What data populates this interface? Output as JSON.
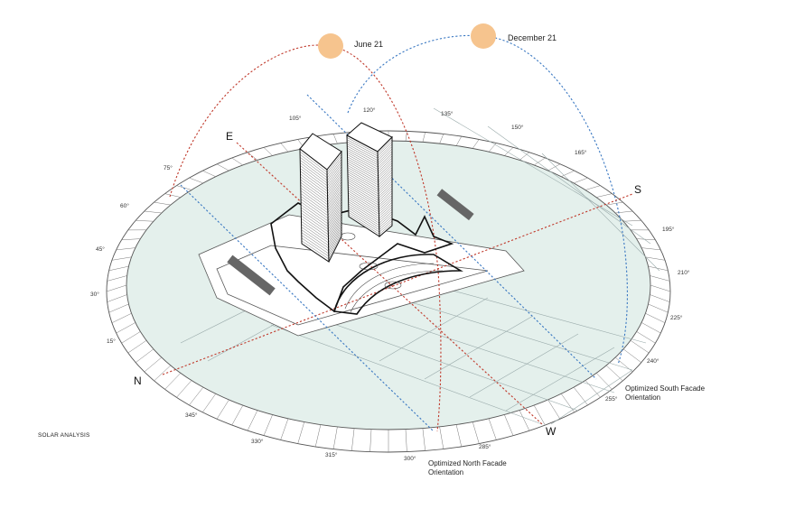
{
  "title": "SOLAR ANALYSIS",
  "suns": [
    {
      "label": "June 21",
      "color": "#f6c48e"
    },
    {
      "label": "December 21",
      "color": "#f6c48e"
    }
  ],
  "sun_path_colors": {
    "june": "#c0392b",
    "december": "#3a78c2"
  },
  "cardinals": {
    "north": "N",
    "east": "E",
    "south": "S",
    "west": "W"
  },
  "degree_labels": [
    "15°",
    "30°",
    "45°",
    "60°",
    "75°",
    "105°",
    "120°",
    "135°",
    "150°",
    "165°",
    "195°",
    "210°",
    "225°",
    "240°",
    "255°",
    "285°",
    "300°",
    "315°",
    "330°",
    "345°"
  ],
  "annotations": {
    "south_facade": [
      "Optimized South Facade",
      "Orientation"
    ],
    "north_facade": [
      "Optimized North Facade",
      "Orientation"
    ]
  },
  "colors": {
    "ground": "#e4f0ec",
    "line": "#555555"
  }
}
